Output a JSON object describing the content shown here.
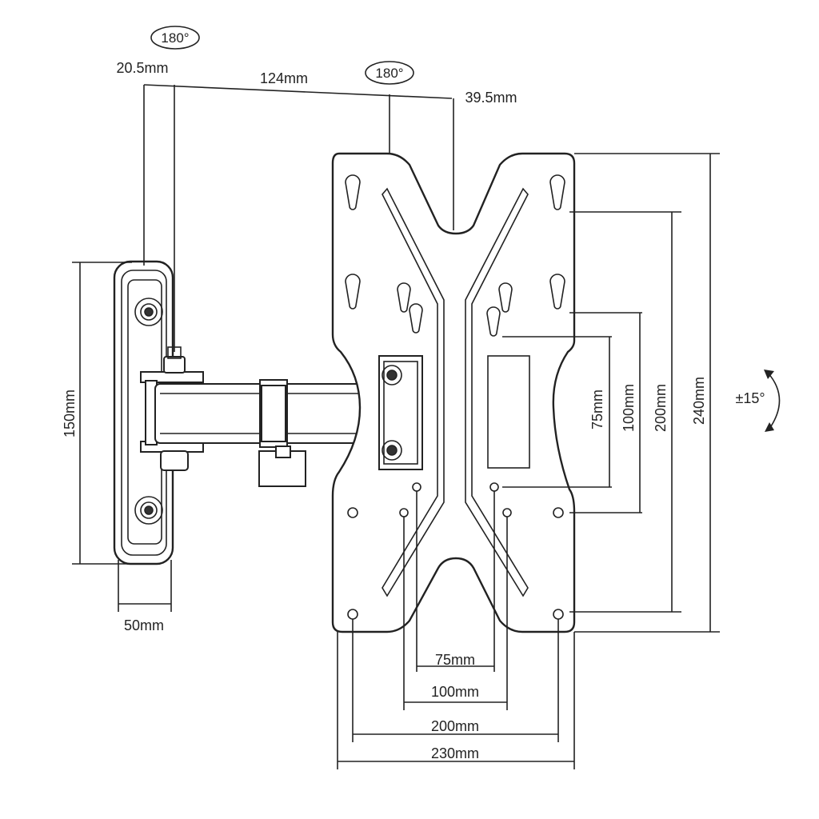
{
  "dimensions": {
    "rotation_top_left": "180°",
    "rotation_top_center": "180°",
    "depth_wall": "20.5mm",
    "depth_arm": "124mm",
    "depth_plate": "39.5mm",
    "wall_height": "150mm",
    "wall_width": "50mm",
    "v_75": "75mm",
    "v_100": "100mm",
    "v_200": "200mm",
    "v_240": "240mm",
    "h_75": "75mm",
    "h_100": "100mm",
    "h_200": "200mm",
    "h_230": "230mm",
    "tilt": "±15°"
  },
  "colors": {
    "line": "#222222",
    "background": "#ffffff"
  }
}
